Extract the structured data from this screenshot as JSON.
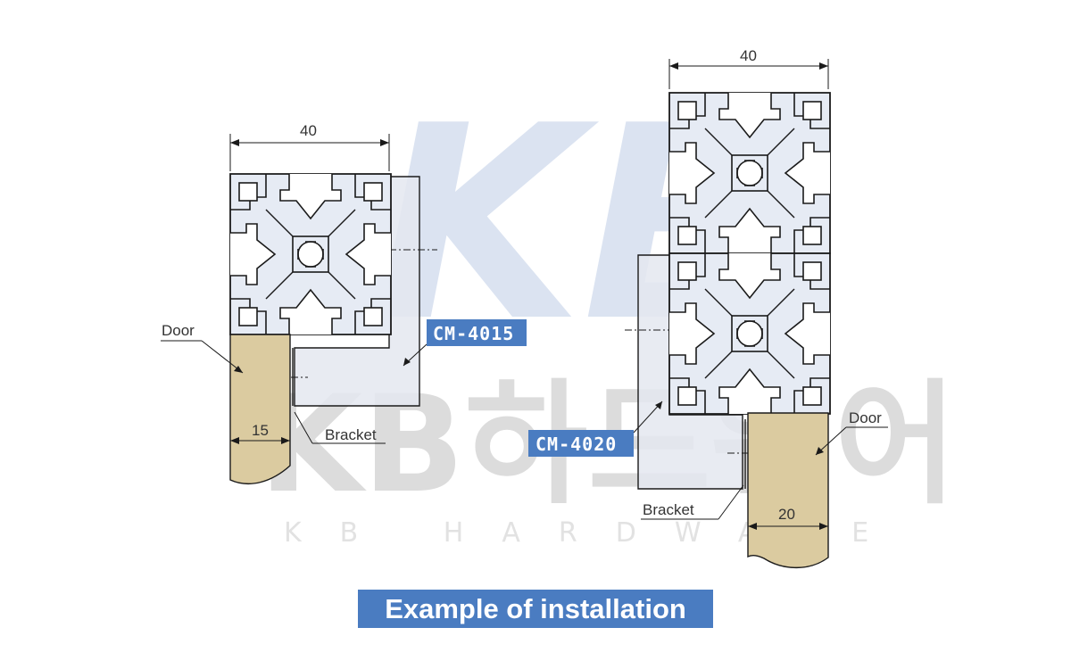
{
  "watermark": {
    "logo": "KB",
    "korean": "KB하드웨어",
    "english": "KB HARDWARE"
  },
  "left_assembly": {
    "profile_width": "40",
    "door_thickness": "15",
    "door_label": "Door",
    "bracket_label": "Bracket",
    "model_tag": "CM-4015"
  },
  "right_assembly": {
    "profile_width": "40",
    "door_thickness": "20",
    "door_label": "Door",
    "bracket_label": "Bracket",
    "model_tag": "CM-4020"
  },
  "caption": "Example of installation",
  "colors": {
    "profile_fill": "#e6ebf4",
    "profile_stroke": "#1a1a1a",
    "door_fill": "#dbcba0",
    "bracket_fill": "#e4e8f0",
    "tag_bg": "#4a7cc1",
    "caption_bg": "#4a7cc1"
  }
}
